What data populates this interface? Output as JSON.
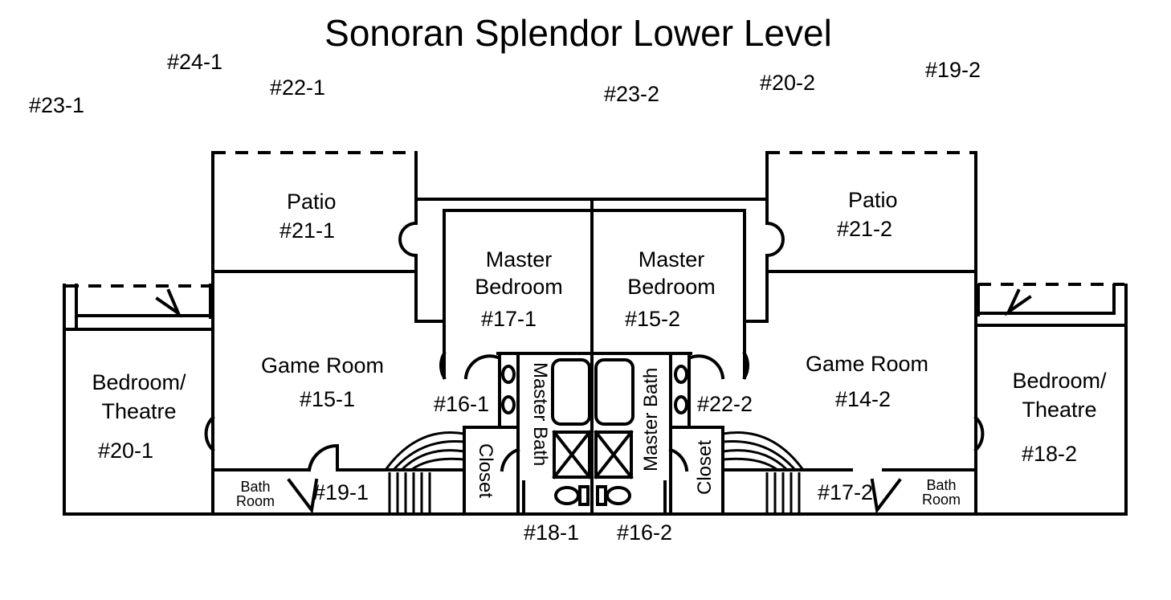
{
  "title": "Sonoran Splendor Lower Level",
  "rooms": {
    "patio_left": "Patio",
    "patio_right": "Patio",
    "master_bedroom_left": "Master\nBedroom",
    "master_bedroom_right": "Master\nBedroom",
    "game_room_left": "Game Room",
    "game_room_right": "Game Room",
    "bedroom_theatre_left": "Bedroom/\nTheatre",
    "bedroom_theatre_right": "Bedroom/\nTheatre",
    "master_bath_left": "Master Bath",
    "master_bath_right": "Master Bath",
    "closet_left": "Closet",
    "closet_right": "Closet",
    "bath_room_left": "Bath\nRoom",
    "bath_room_right": "Bath\nRoom"
  },
  "photo_numbers": {
    "n23_1": "#23-1",
    "n24_1": "#24-1",
    "n22_1": "#22-1",
    "n23_2": "#23-2",
    "n20_2": "#20-2",
    "n19_2": "#19-2",
    "n21_1": "#21-1",
    "n21_2": "#21-2",
    "n17_1": "#17-1",
    "n15_2": "#15-2",
    "n15_1": "#15-1",
    "n14_2": "#14-2",
    "n20_1": "#20-1",
    "n18_2": "#18-2",
    "n16_1": "#16-1",
    "n22_2": "#22-2",
    "n19_1": "#19-1",
    "n17_2": "#17-2",
    "n18_1": "#18-1",
    "n16_2": "#16-2"
  }
}
